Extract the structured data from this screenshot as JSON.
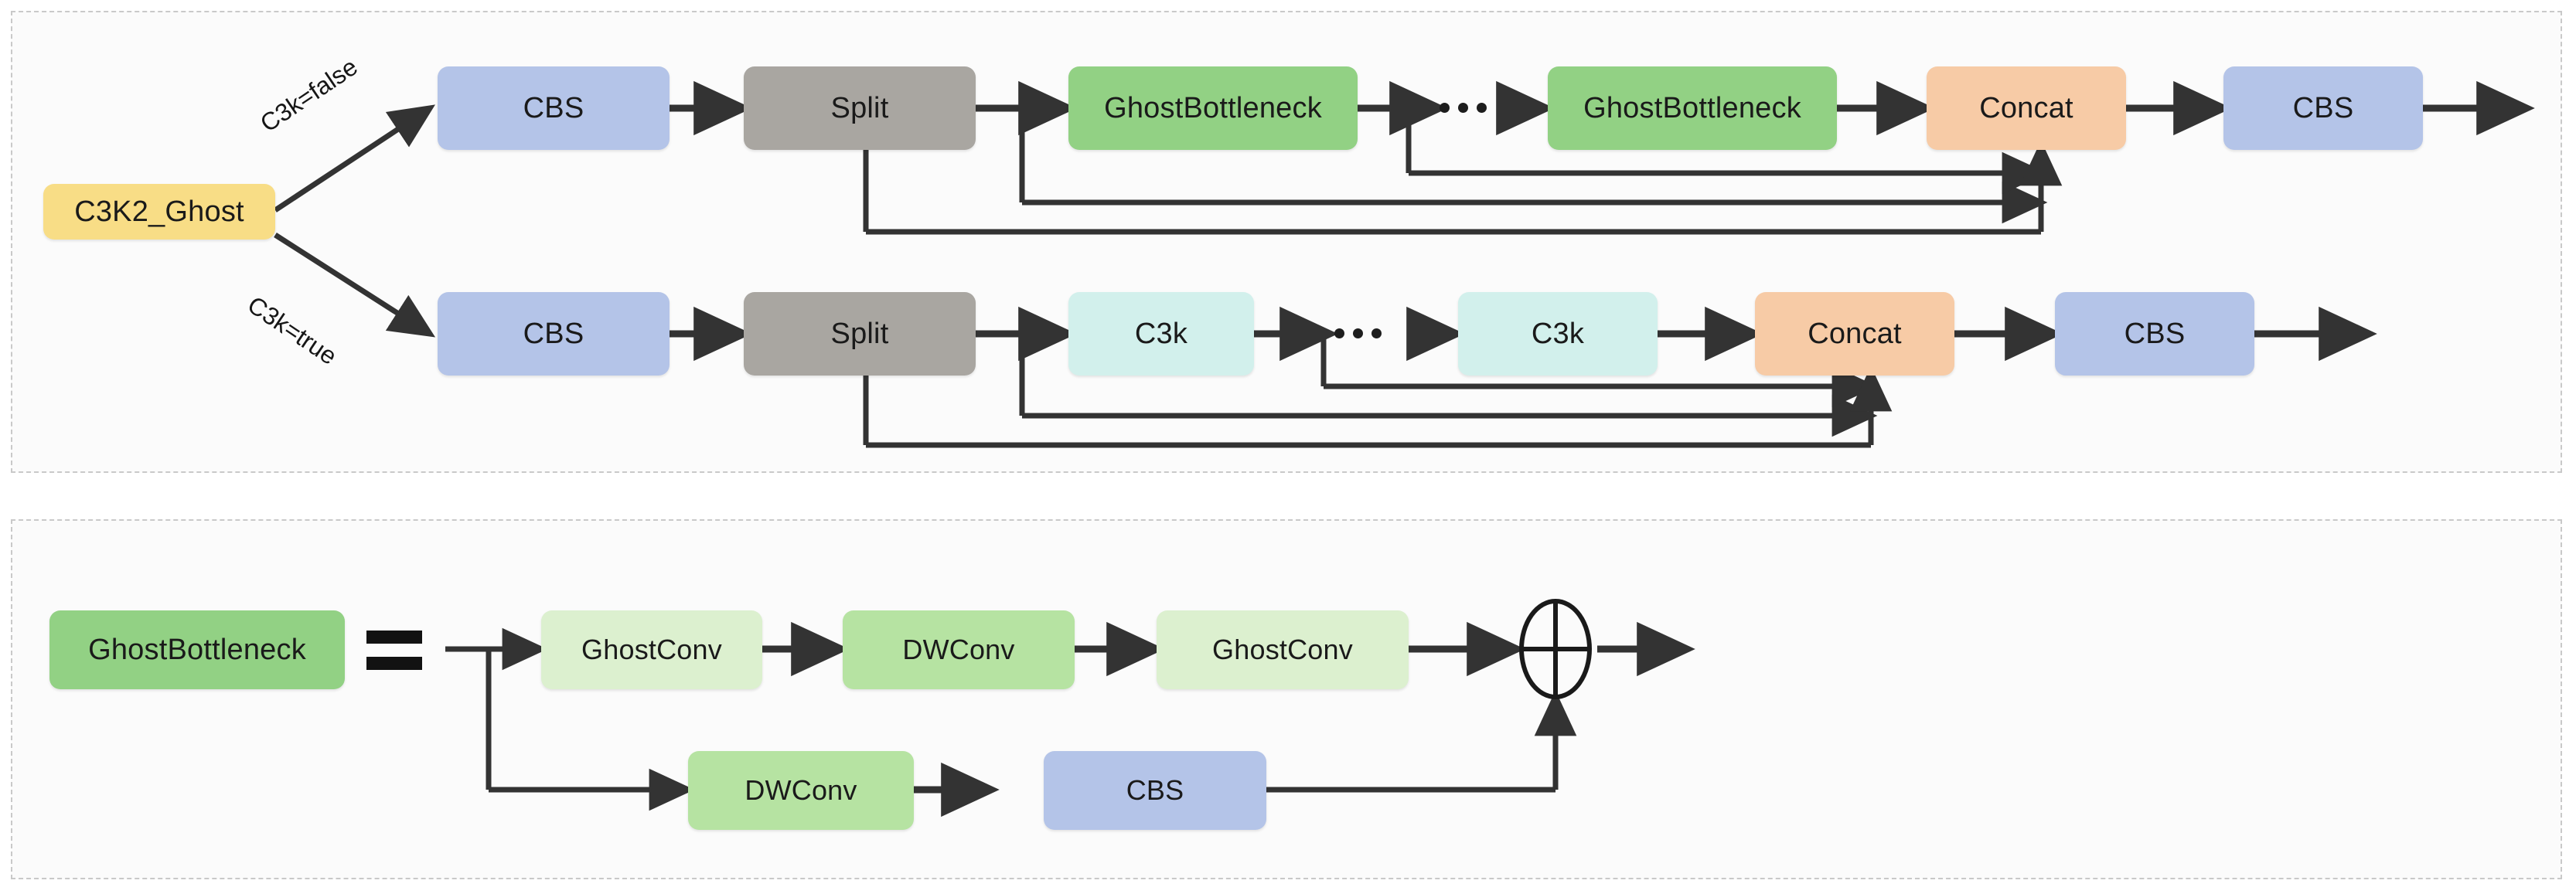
{
  "diagram": {
    "title": "C3K2_Ghost and GhostBottleneck module architecture",
    "panels": [
      {
        "name": "c3k2-ghost-panel"
      },
      {
        "name": "ghostbottleneck-panel"
      }
    ],
    "colors": {
      "yellow": "#f8dd86",
      "blue": "#b4c4e8",
      "gray": "#a9a6a1",
      "green": "#92d184",
      "orange": "#f7cba6",
      "cyan": "#d2f0ec",
      "light_green": "#dcf0cf",
      "mid_green": "#b6e3a2",
      "arrow": "#3a3a3a",
      "panel_border": "#c9c9c9"
    }
  },
  "top_panel": {
    "root": {
      "label": "C3K2_Ghost"
    },
    "branch_labels": {
      "false": "C3k=false",
      "true": "C3k=true"
    },
    "row_false": {
      "nodes": [
        {
          "label": "CBS"
        },
        {
          "label": "Split"
        },
        {
          "label": "GhostBottleneck"
        },
        {
          "label": "GhostBottleneck"
        },
        {
          "label": "Concat"
        },
        {
          "label": "CBS"
        }
      ],
      "ellipsis": "⋯"
    },
    "row_true": {
      "nodes": [
        {
          "label": "CBS"
        },
        {
          "label": "Split"
        },
        {
          "label": "C3k"
        },
        {
          "label": "C3k"
        },
        {
          "label": "Concat"
        },
        {
          "label": "CBS"
        }
      ],
      "ellipsis": "⋯"
    }
  },
  "bottom_panel": {
    "definition": {
      "label": "GhostBottleneck"
    },
    "equals_sign": "=",
    "main_branch": [
      {
        "label": "GhostConv"
      },
      {
        "label": "DWConv"
      },
      {
        "label": "GhostConv"
      }
    ],
    "shortcut_branch": [
      {
        "label": "DWConv"
      },
      {
        "label": "CBS"
      }
    ],
    "add_node": {
      "label": "add-operator",
      "symbol": "⊕"
    }
  }
}
